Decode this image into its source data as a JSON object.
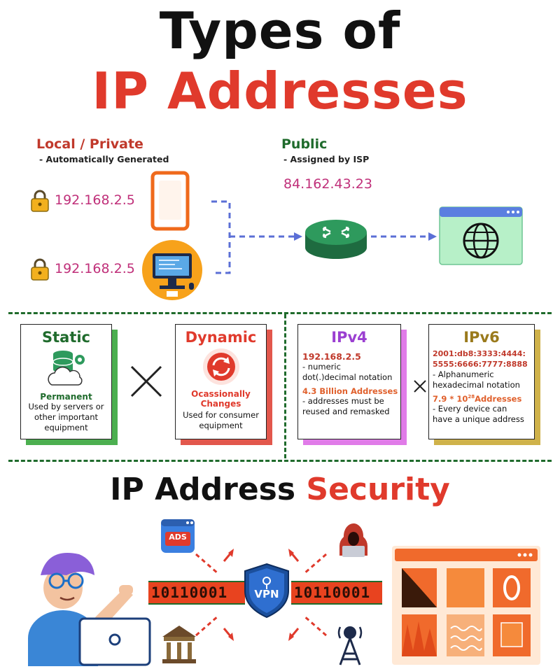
{
  "title": {
    "line1": "Types of",
    "line2": "IP Addresses"
  },
  "local": {
    "heading": "Local / Private",
    "subheading": "- Automatically Generated",
    "ip_phone": "192.168.2.5",
    "ip_pc": "192.168.2.5"
  },
  "public": {
    "heading": "Public",
    "subheading": "- Assigned by ISP",
    "ip": "84.162.43.23"
  },
  "static": {
    "title": "Static",
    "label": "Permanent",
    "desc1": "Used by servers or",
    "desc2": "other important",
    "desc3": "equipment"
  },
  "dynamic": {
    "title": "Dynamic",
    "label1": "Ocassionally",
    "label2": "Changes",
    "desc1": "Used for consumer",
    "desc2": "equipment"
  },
  "ipv4": {
    "title": "IPv4",
    "example": "192.168.2.5",
    "l1": "- numeric",
    "l2": "dot(.)decimal notation",
    "count": "4.3 Billion Addresses",
    "l3": "- addresses must be",
    "l4": "reused and remasked"
  },
  "ipv6": {
    "title": "IPv6",
    "ex1": "2001:db8:3333:4444:",
    "ex2": "5555:6666:7777:8888",
    "l1": "- Alphanumeric",
    "l2": "hexadecimal notation",
    "count_base": "7.9 * 10",
    "count_exp": "28",
    "count_tail": "Addresses",
    "l3": "- Every device can",
    "l4": "have a unique address"
  },
  "security": {
    "part1": "IP Address ",
    "part2": "Security",
    "ads_label": "ADS",
    "vpn_label": "VPN",
    "binary_left": "10110001",
    "binary_right": "10110001"
  },
  "colors": {
    "red": "#e03a2c",
    "green": "#1f6b2c",
    "pink": "#c0307a",
    "purple": "#9b3fd1",
    "gold": "#9a7a1c"
  }
}
